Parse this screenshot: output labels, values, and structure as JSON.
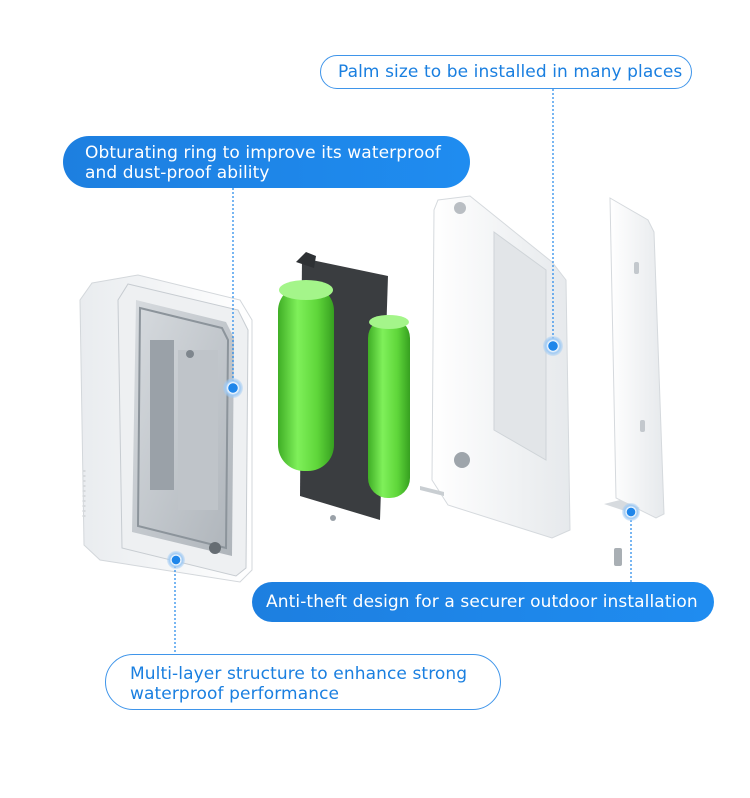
{
  "callouts": {
    "palm": {
      "text": "Palm size to be installed in many places"
    },
    "obturating": {
      "line1": "Obturating ring to improve its waterproof",
      "line2": "and dust-proof ability"
    },
    "antitheft": {
      "text": "Anti-theft design for a securer outdoor installation"
    },
    "multilayer": {
      "line1": "Multi-layer structure to enhance strong",
      "line2": "waterproof performance"
    }
  },
  "colors": {
    "accent_blue": "#1f86ea",
    "battery_green": "#5fd63a",
    "housing_white": "#f4f5f6",
    "bracket_dark": "#3a3d40"
  },
  "parts": [
    "housing",
    "battery-pack",
    "back-cover",
    "mounting-bracket"
  ]
}
